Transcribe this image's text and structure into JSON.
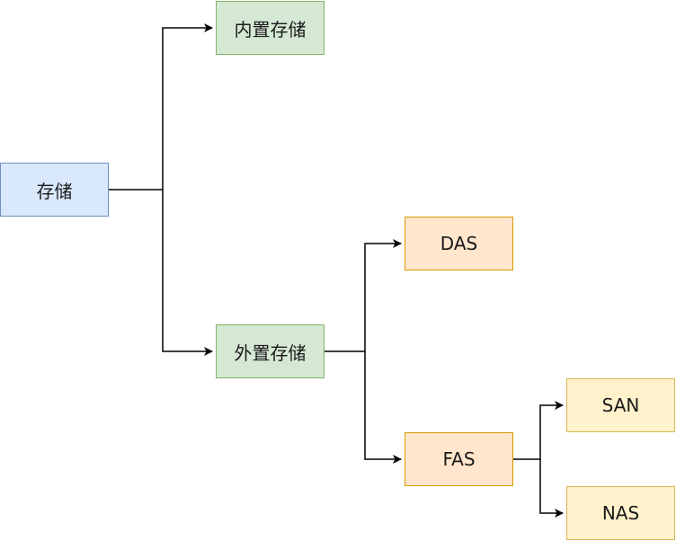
{
  "nodes": {
    "root": "存储",
    "internal": "内置存储",
    "external": "外置存储",
    "das": "DAS",
    "fas": "FAS",
    "san": "SAN",
    "nas": "NAS"
  },
  "colors": {
    "blue_fill": "#dae8fc",
    "blue_stroke": "#6c8ebf",
    "green_fill": "#d5e8d4",
    "green_stroke": "#82b366",
    "orange_fill": "#ffe6cc",
    "orange_stroke": "#d79b00",
    "yellow_fill": "#fff2cc",
    "yellow_stroke": "#d6b656",
    "connector": "#000000"
  }
}
